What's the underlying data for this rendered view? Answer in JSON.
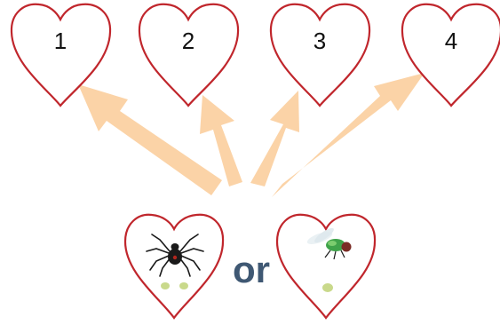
{
  "top_hearts": [
    {
      "label": "1"
    },
    {
      "label": "2"
    },
    {
      "label": "3"
    },
    {
      "label": "4"
    }
  ],
  "bottom_hearts": [
    {
      "creature": "spider",
      "icon": "spider-icon"
    },
    {
      "creature": "fly",
      "icon": "fly-icon"
    }
  ],
  "connector_word": "or",
  "colors": {
    "heart_stroke": "#c0262c",
    "arrow_fill": "#fbd3a7",
    "spot_fill": "#c9d98b",
    "connector_text": "#3f5873"
  }
}
